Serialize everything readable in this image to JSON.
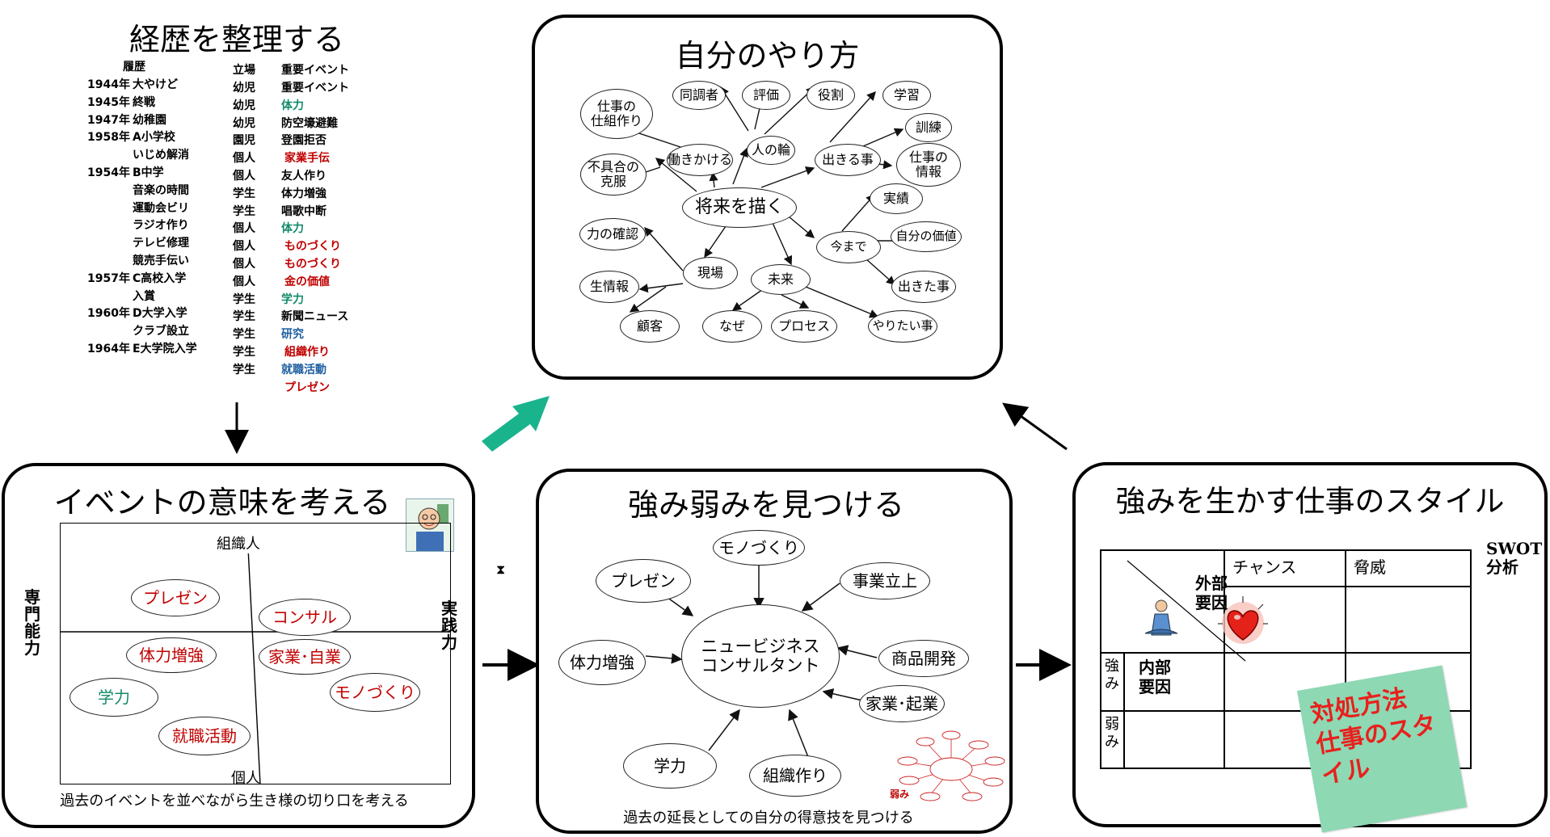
{
  "career": {
    "title": "経歴を整理する",
    "headers": {
      "history": "履歴",
      "role": "立場",
      "event": "重要イベント"
    },
    "rows": [
      {
        "year": "1944年",
        "history": "大やけど",
        "role": "幼児",
        "event": "重要イベント",
        "color": "black"
      },
      {
        "year": "1945年",
        "history": "終戦",
        "role": "幼児",
        "event": "体力",
        "color": "teal"
      },
      {
        "year": "1947年",
        "history": "幼稚園",
        "role": "幼児",
        "event": "防空壕避難",
        "color": "black"
      },
      {
        "year": "1958年",
        "history": "A小学校",
        "role": "園児",
        "event": "登園拒否",
        "color": "black"
      },
      {
        "year": "",
        "history": "いじめ解消",
        "role": "個人",
        "event": "家業手伝",
        "color": "red"
      },
      {
        "year": "1954年",
        "history": "B中学",
        "role": "個人",
        "event": "友人作り",
        "color": "black"
      },
      {
        "year": "",
        "history": "音楽の時間",
        "role": "学生",
        "event": "体力増強",
        "color": "black"
      },
      {
        "year": "",
        "history": "運動会ビリ",
        "role": "学生",
        "event": "唱歌中断",
        "color": "black"
      },
      {
        "year": "",
        "history": "ラジオ作り",
        "role": "個人",
        "event": "体力",
        "color": "teal"
      },
      {
        "year": "",
        "history": "テレビ修理",
        "role": "個人",
        "event": "ものづくり",
        "color": "red"
      },
      {
        "year": "",
        "history": "競売手伝い",
        "role": "個人",
        "event": "ものづくり",
        "color": "red"
      },
      {
        "year": "1957年",
        "history": "C高校入学",
        "role": "個人",
        "event": "金の価値",
        "color": "red"
      },
      {
        "year": "",
        "history": "入賞",
        "role": "学生",
        "event": "学力",
        "color": "teal"
      },
      {
        "year": "1960年",
        "history": "D大学入学",
        "role": "学生",
        "event": "新聞ニュース",
        "color": "black"
      },
      {
        "year": "",
        "history": "クラブ設立",
        "role": "学生",
        "event": "研究",
        "color": "blue"
      },
      {
        "year": "1964年",
        "history": "E大学院入学",
        "role": "学生",
        "event": "組織作り",
        "color": "red"
      },
      {
        "year": "",
        "history": "",
        "role": "学生",
        "event": "就職活動",
        "color": "blue"
      },
      {
        "year": "",
        "history": "",
        "role": "",
        "event": "プレゼン",
        "color": "red"
      }
    ]
  },
  "way": {
    "title": "自分のやり方",
    "center": "将来を描く",
    "nodes": {
      "shigoto": "仕事の\n仕組作り",
      "doucho": "同調者",
      "hyoka": "評価",
      "yakuwari": "役割",
      "gakushu": "学習",
      "kunren": "訓練",
      "joho": "仕事の\n情報",
      "hito": "人の輪",
      "hataraki": "働きかける",
      "dekiru": "出きる事",
      "fugu": "不具合の\n克服",
      "jisseki": "実績",
      "chikara": "力の確認",
      "imamade": "今まで",
      "kachi": "自分の価値",
      "genba": "現場",
      "mirai": "未来",
      "seijoho": "生情報",
      "dekita": "出きた事",
      "kokyaku": "顧客",
      "naze": "なぜ",
      "process": "プロセス",
      "yaritai": "やりたい事"
    }
  },
  "meaning": {
    "title": "イベントの意味を考える",
    "axis_top": "組織人",
    "axis_bottom": "個人",
    "axis_left": "専門能力",
    "axis_right": "実践力",
    "items": {
      "present": "プレゼン",
      "consul": "コンサル",
      "tairyoku": "体力増強",
      "kagyo": "家業･自業",
      "gakuryoku": "学力",
      "monozukuri": "モノづくり",
      "shushoku": "就職活動"
    },
    "caption": "過去のイベントを並べながら生き様の切り口を考える"
  },
  "strength": {
    "title": "強み弱みを見つける",
    "center": "ニュービジネス\nコンサルタント",
    "nodes": {
      "present": "プレゼン",
      "mono": "モノづくり",
      "jigyo": "事業立上",
      "shohin": "商品開発",
      "kigyo": "家業･起業",
      "soshiki": "組織作り",
      "gaku": "学力",
      "tairyoku": "体力増強"
    },
    "small_label": "弱み",
    "caption": "過去の延長としての自分の得意技を見つける"
  },
  "style": {
    "title": "強みを生かす仕事のスタイル",
    "swot": "SWOT\n分析",
    "chance": "チャンス",
    "threat": "脅威",
    "external": "外部\n要因",
    "internal": "内部\n要因",
    "strong": "強\nみ",
    "weak": "弱\nみ",
    "sticky": "対処方法\n仕事のスタ\nイル"
  },
  "colors": {
    "teal_arrow": "#19b48c",
    "sticky": "#8ed8b4",
    "sticky_text": "#e8201c",
    "red_text": "#c00000",
    "teal_text": "#138a6a",
    "blue_text": "#1f5fa0"
  }
}
